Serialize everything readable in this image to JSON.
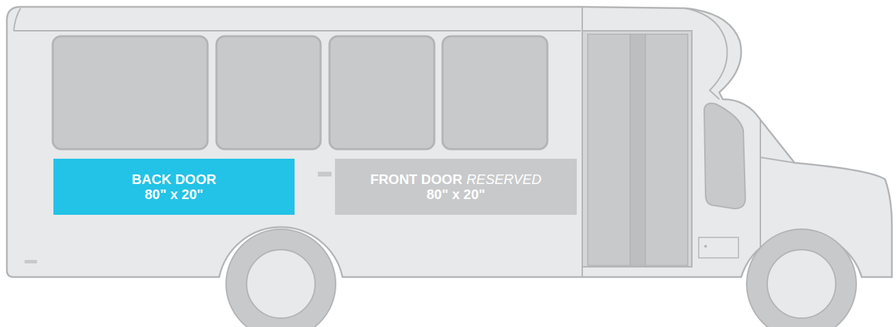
{
  "diagram": {
    "nodes": [
      {
        "text": [
          "BACK DOOR",
          "80\" x 20\""
        ]
      },
      {
        "text": [
          "FRONT DOOR",
          "RESERVED",
          "80\" x 20\""
        ]
      }
    ]
  }
}
